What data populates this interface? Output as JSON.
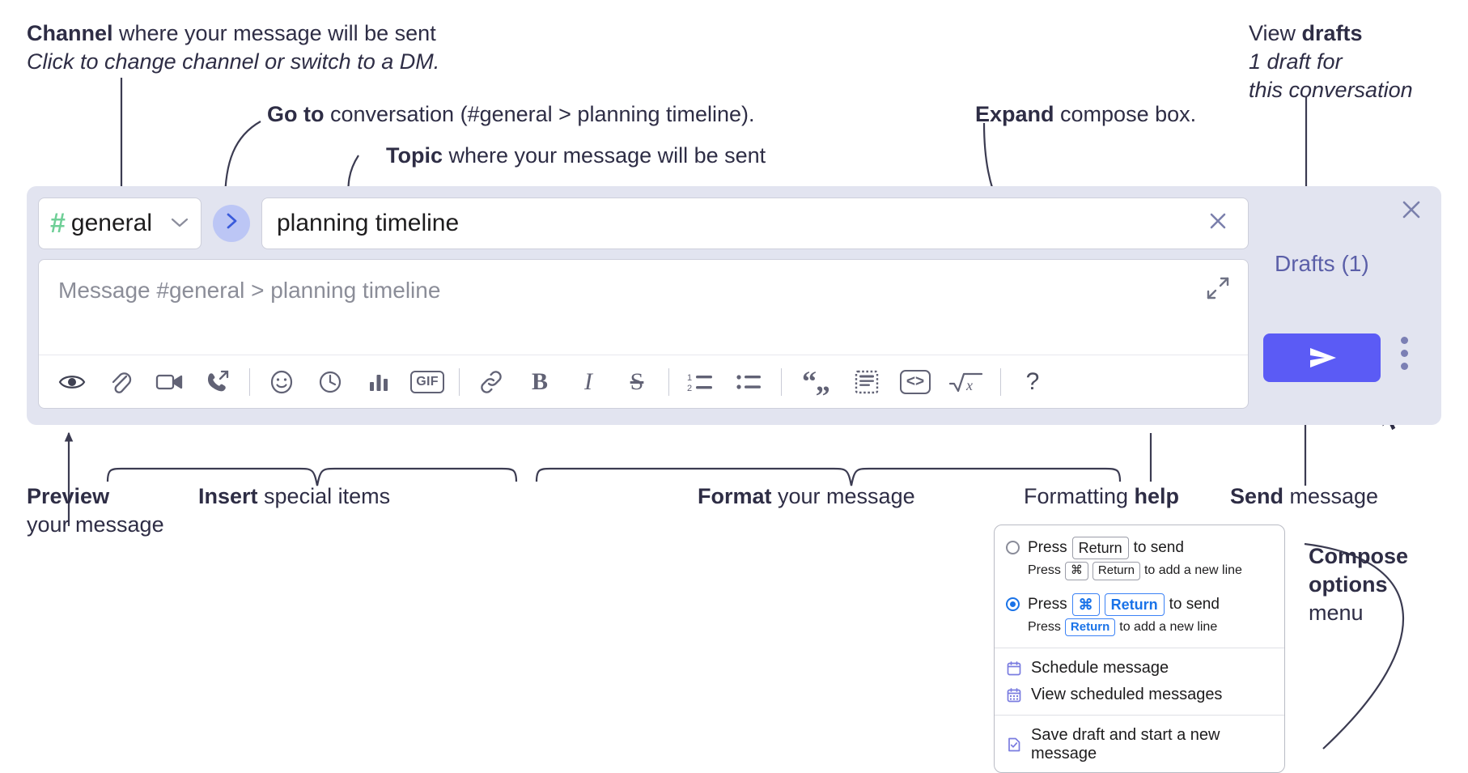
{
  "annotations": {
    "channel": {
      "bold": "Channel",
      "rest": " where your message will be sent",
      "italic": "Click to change channel or switch to a DM."
    },
    "goto": {
      "bold": "Go to",
      "rest": " conversation (#general > planning timeline)."
    },
    "topic": {
      "bold": "Topic",
      "rest": " where your message will be sent"
    },
    "expand": {
      "bold": "Expand",
      "rest": " compose box."
    },
    "drafts": {
      "plain": "View ",
      "bold": "drafts",
      "italic_line1": "1 draft for",
      "italic_line2": "this conversation"
    },
    "preview": {
      "bold": "Preview",
      "line2": "your message"
    },
    "insert": {
      "bold": "Insert",
      "rest": " special items"
    },
    "format": {
      "bold": "Format",
      "rest": " your message"
    },
    "help": {
      "plain": "Formatting ",
      "bold": "help"
    },
    "send": {
      "bold": "Send",
      "rest": " message"
    },
    "compose_options": {
      "bold1": "Compose",
      "bold2": "options",
      "plain": "menu"
    }
  },
  "compose": {
    "channel_label": "general",
    "channel_icon": "hash-icon",
    "dropdown_icon": "chevron-down-icon",
    "goto_icon": "chevron-right-icon",
    "topic_value": "planning timeline",
    "topic_clear_icon": "close-icon",
    "message_placeholder": "Message #general > planning timeline",
    "expand_icon": "expand-arrows-icon",
    "panel_close_icon": "close-icon",
    "drafts_label": "Drafts (1)",
    "send_icon": "send-paper-plane-icon",
    "kebab_icon": "more-vertical-icon",
    "toolbar": [
      {
        "name": "preview-button",
        "icon": "eye-icon"
      },
      {
        "name": "attach-button",
        "icon": "paperclip-icon"
      },
      {
        "name": "video-clip-button",
        "icon": "video-camera-icon"
      },
      {
        "name": "audio-clip-button",
        "icon": "phone-arrow-icon"
      },
      {
        "name": "separator-1",
        "icon": "divider"
      },
      {
        "name": "emoji-button",
        "icon": "smiley-icon"
      },
      {
        "name": "reminder-button",
        "icon": "clock-icon"
      },
      {
        "name": "poll-button",
        "icon": "bar-chart-icon"
      },
      {
        "name": "gif-button",
        "icon": "gif-icon",
        "label": "GIF"
      },
      {
        "name": "separator-2",
        "icon": "divider"
      },
      {
        "name": "link-button",
        "icon": "link-icon"
      },
      {
        "name": "bold-button",
        "icon": "bold-icon",
        "label": "B"
      },
      {
        "name": "italic-button",
        "icon": "italic-icon",
        "label": "I"
      },
      {
        "name": "strikethrough-button",
        "icon": "strikethrough-icon",
        "label": "S"
      },
      {
        "name": "separator-3",
        "icon": "divider"
      },
      {
        "name": "ordered-list-button",
        "icon": "numbered-list-icon"
      },
      {
        "name": "bulleted-list-button",
        "icon": "bulleted-list-icon"
      },
      {
        "name": "separator-4",
        "icon": "divider"
      },
      {
        "name": "blockquote-button",
        "icon": "quote-icon"
      },
      {
        "name": "code-block-button",
        "icon": "code-block-icon"
      },
      {
        "name": "inline-code-button",
        "icon": "angle-brackets-icon"
      },
      {
        "name": "math-button",
        "icon": "square-root-x-icon"
      },
      {
        "name": "separator-5",
        "icon": "divider"
      },
      {
        "name": "formatting-help-button",
        "icon": "question-mark-icon",
        "label": "?"
      }
    ]
  },
  "menu": {
    "option1": {
      "press": "Press",
      "key": "Return",
      "to_send": "to send",
      "sub_press": "Press",
      "sub_key1": "⌘",
      "sub_key2": "Return",
      "sub_rest": "to add a new line",
      "selected": false
    },
    "option2": {
      "press": "Press",
      "key1": "⌘",
      "key2": "Return",
      "to_send": "to send",
      "sub_press": "Press",
      "sub_key": "Return",
      "sub_rest": "to add a new line",
      "selected": true
    },
    "items": [
      {
        "label": "Schedule message",
        "icon": "calendar-icon"
      },
      {
        "label": "View scheduled messages",
        "icon": "calendar-grid-icon"
      },
      {
        "label": "Save draft and start a new message",
        "icon": "document-check-icon"
      }
    ]
  },
  "colors": {
    "panel_bg": "#e2e4f0",
    "send_btn": "#5b5bf5",
    "hash_green": "#6fcf97",
    "goto_circle": "#bcc6f5",
    "drafts_text": "#5b5fa8",
    "radio_blue": "#1a73e8",
    "menu_icon": "#7a7ce0",
    "text": "#2e2d45"
  }
}
